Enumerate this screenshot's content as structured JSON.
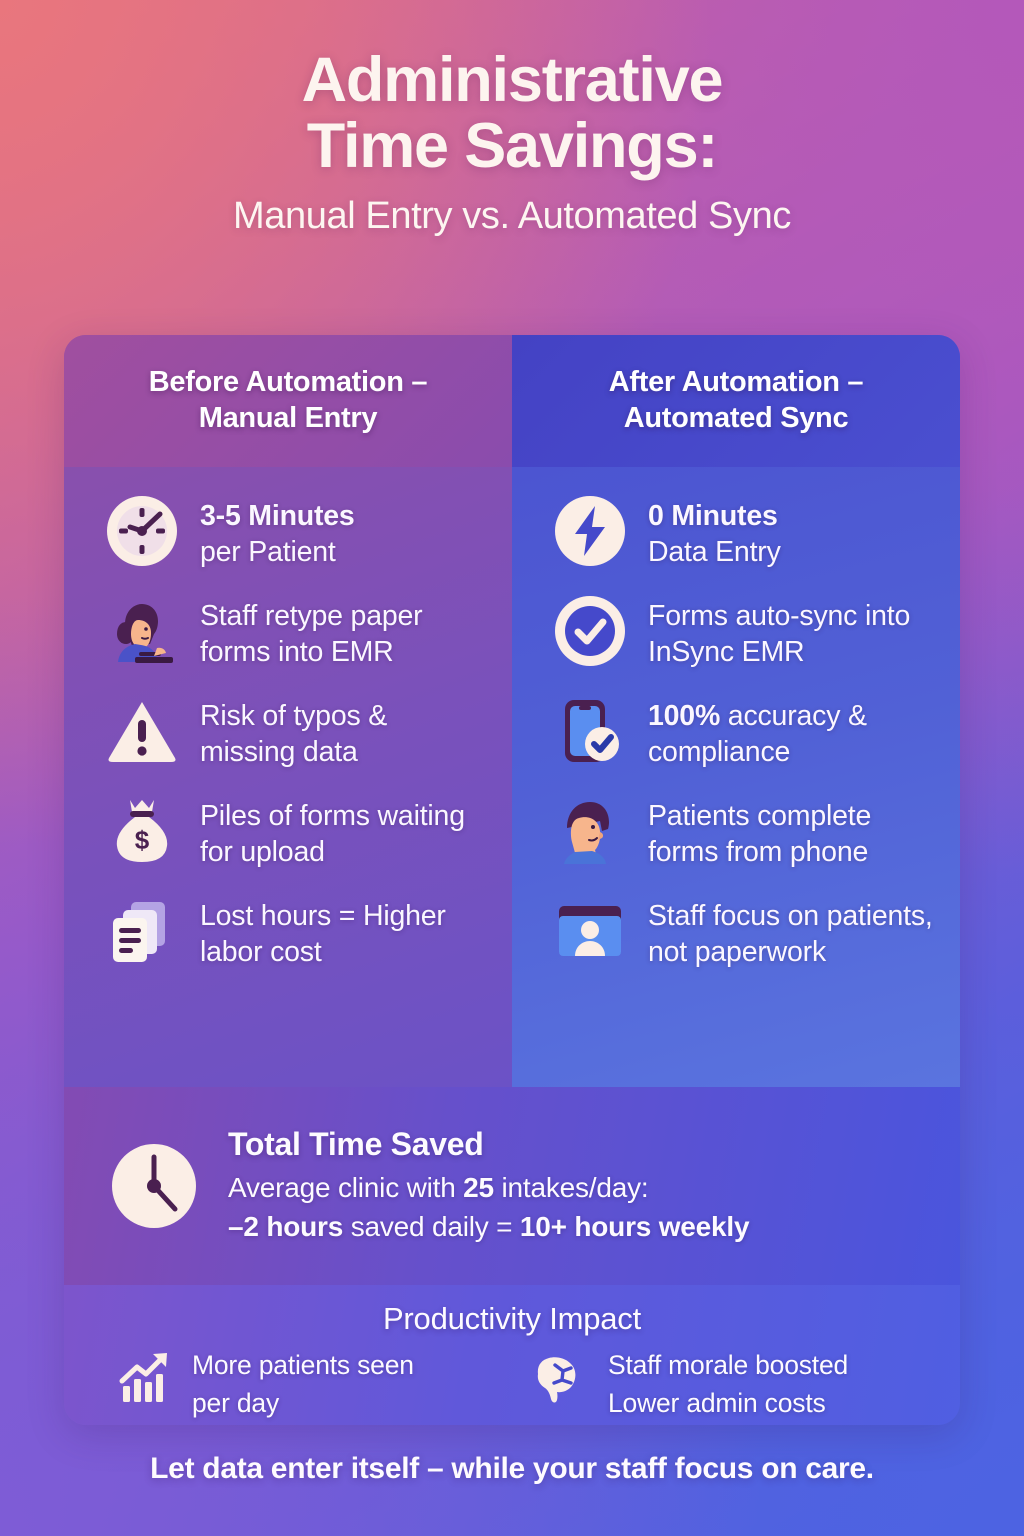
{
  "header": {
    "title_line1": "Administrative",
    "title_line2": "Time Savings:",
    "subtitle": "Manual Entry vs. Automated Sync"
  },
  "colors": {
    "bg_top_left": "#e9767d",
    "bg_top_right": "#b458ba",
    "bg_bottom_left": "#7e5cd6",
    "bg_bottom_right": "#4d63e2",
    "header_left_band": "#9c4a9e",
    "header_right_band": "#4546c4",
    "panel_left": "#7a51bb",
    "panel_right": "#5161d6",
    "icon_cream": "#fbeee6",
    "icon_plum": "#4a2050",
    "text_light": "#fdf6f1"
  },
  "columns": [
    {
      "id": "before",
      "heading_line1": "Before Automation –",
      "heading_line2": "Manual Entry",
      "items": [
        {
          "icon": "clock-icon",
          "strong": "3-5 Minutes",
          "rest": "per Patient"
        },
        {
          "icon": "person-typing-icon",
          "strong": "",
          "rest": "Staff retype paper forms into EMR"
        },
        {
          "icon": "warning-icon",
          "strong": "",
          "rest": "Risk of typos & missing data"
        },
        {
          "icon": "money-bag-icon",
          "strong": "",
          "rest": "Piles of forms waiting for upload"
        },
        {
          "icon": "documents-icon",
          "strong": "",
          "rest": "Lost hours = Higher labor cost"
        }
      ]
    },
    {
      "id": "after",
      "heading_line1": "After Automation –",
      "heading_line2": "Automated Sync",
      "items": [
        {
          "icon": "lightning-bolt-icon",
          "strong": "0 Minutes",
          "rest": "Data Entry"
        },
        {
          "icon": "check-circle-icon",
          "strong": "",
          "rest": "Forms auto-sync into InSync EMR"
        },
        {
          "icon": "phone-check-icon",
          "strong": "100%",
          "rest": " accuracy & compliance"
        },
        {
          "icon": "patient-profile-icon",
          "strong": "",
          "rest": "Patients complete forms from phone"
        },
        {
          "icon": "staff-card-icon",
          "strong": "",
          "rest": "Staff focus on patients, not paperwork"
        }
      ]
    }
  ],
  "total_band": {
    "icon": "wall-clock-icon",
    "title": "Total Time Saved",
    "line1_pre": "Average clinic with ",
    "line1_strong": "25",
    "line1_post": " intakes/day:",
    "line2_strong1": "–2 hours",
    "line2_mid": " saved daily = ",
    "line2_strong2": "10+ hours weekly"
  },
  "productivity": {
    "title": "Productivity Impact",
    "cells": [
      {
        "icon": "growth-chart-icon",
        "line1": "More patients seen",
        "line2": "per day"
      },
      {
        "icon": "brain-icon",
        "line1": "Staff morale boosted",
        "line2": "Lower admin costs"
      }
    ]
  },
  "footer": {
    "tagline": "Let data enter itself – while your staff focus on care."
  }
}
